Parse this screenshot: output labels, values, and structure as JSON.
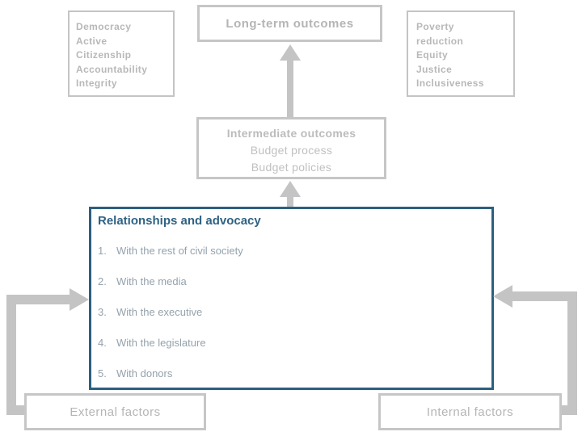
{
  "slide": {
    "background": "#ffffff",
    "colors": {
      "gray_border": "#c4c4c4",
      "gray_text": "#b8b8b8",
      "arrow_gray": "#c4c4c4",
      "accent_blue_border": "#2d5f7f",
      "accent_blue_text": "#2e6283",
      "list_text": "#94a2ac"
    }
  },
  "boxes": {
    "values_left": {
      "lines": [
        "Democracy",
        "Active",
        "Citizenship",
        "Accountability",
        "Integrity"
      ]
    },
    "long_term": {
      "label": "Long-term outcomes"
    },
    "values_right": {
      "lines": [
        "Poverty",
        "reduction",
        "Equity",
        "Justice",
        "Inclusiveness"
      ]
    },
    "intermediate": {
      "title": "Intermediate outcomes",
      "lines": [
        "Budget process",
        "Budget policies"
      ]
    },
    "relationships": {
      "title": "Relationships and advocacy",
      "items": [
        {
          "num": "1.",
          "text": "With the rest of civil society"
        },
        {
          "num": "2.",
          "text": "With the media"
        },
        {
          "num": "3.",
          "text": "With the executive"
        },
        {
          "num": "4.",
          "text": "With the legislature"
        },
        {
          "num": "5.",
          "text": "With donors"
        }
      ]
    },
    "external": {
      "label": "External factors"
    },
    "internal": {
      "label": "Internal factors"
    }
  },
  "connectors": {
    "intermediate_to_longterm": "up-arrow",
    "relationships_to_intermediate": "up-arrow",
    "external_to_relationships": "elbow-arrow-left",
    "internal_to_relationships": "elbow-arrow-right"
  }
}
